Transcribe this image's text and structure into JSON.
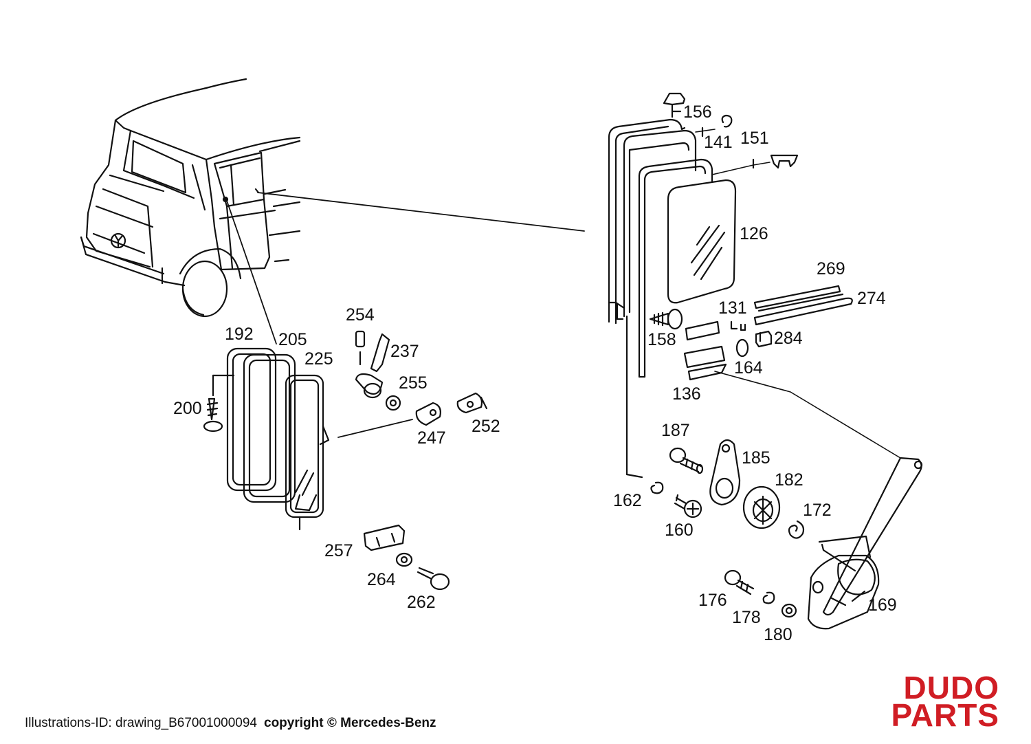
{
  "labels": {
    "l126": "126",
    "l131": "131",
    "l136": "136",
    "l141": "141",
    "l151": "151",
    "l156": "156",
    "l158": "158",
    "l160": "160",
    "l162": "162",
    "l164": "164",
    "l169": "169",
    "l172": "172",
    "l176": "176",
    "l178": "178",
    "l180": "180",
    "l182": "182",
    "l185": "185",
    "l187": "187",
    "l192": "192",
    "l200": "200",
    "l205": "205",
    "l225": "225",
    "l237": "237",
    "l247": "247",
    "l252": "252",
    "l254": "254",
    "l255": "255",
    "l257": "257",
    "l262": "262",
    "l264": "264",
    "l269": "269",
    "l274": "274",
    "l284": "284"
  },
  "footer": {
    "illustration_id": "Illustrations-ID: drawing_B67001000094",
    "copyright": "copyright © Mercedes-Benz"
  },
  "logo": {
    "line1": "DUDO",
    "line2": "PARTS",
    "color": "#d01d24"
  }
}
